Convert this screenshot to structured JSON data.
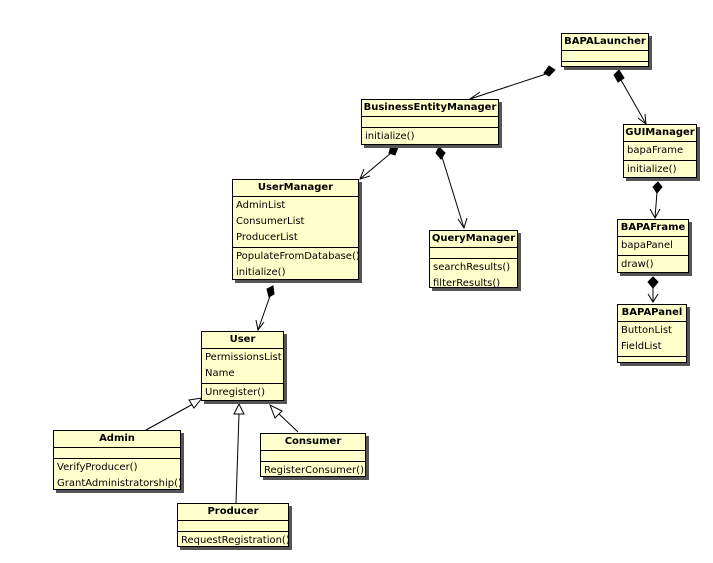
{
  "classes": {
    "bapa_launcher": {
      "name": "BAPALauncher",
      "attributes": [],
      "methods": []
    },
    "business_entity_manager": {
      "name": "BusinessEntityManager",
      "attributes": [],
      "methods": [
        "initialize()"
      ]
    },
    "gui_manager": {
      "name": "GUIManager",
      "attributes": [
        "bapaFrame"
      ],
      "methods": [
        "initialize()"
      ]
    },
    "user_manager": {
      "name": "UserManager",
      "attributes": [
        "AdminList",
        "ConsumerList",
        "ProducerList"
      ],
      "methods": [
        "PopulateFromDatabase()",
        "initialize()"
      ]
    },
    "query_manager": {
      "name": "QueryManager",
      "attributes": [],
      "methods": [
        "searchResults()",
        "filterResults()"
      ]
    },
    "bapa_frame": {
      "name": "BAPAFrame",
      "attributes": [
        "bapaPanel"
      ],
      "methods": [
        "draw()"
      ]
    },
    "bapa_panel": {
      "name": "BAPAPanel",
      "attributes": [
        "ButtonList",
        "FieldList"
      ],
      "methods": []
    },
    "user": {
      "name": "User",
      "attributes": [
        "PermissionsList",
        "Name"
      ],
      "methods": [
        "Unregister()"
      ]
    },
    "admin": {
      "name": "Admin",
      "attributes": [],
      "methods": [
        "VerifyProducer()",
        "GrantAdministratorship()"
      ]
    },
    "consumer": {
      "name": "Consumer",
      "attributes": [],
      "methods": [
        "RegisterConsumer()"
      ]
    },
    "producer": {
      "name": "Producer",
      "attributes": [],
      "methods": [
        "RequestRegistration()"
      ]
    }
  },
  "relationships": [
    {
      "type": "composition",
      "whole": "bapa_launcher",
      "part": "business_entity_manager"
    },
    {
      "type": "composition",
      "whole": "bapa_launcher",
      "part": "gui_manager"
    },
    {
      "type": "composition",
      "whole": "business_entity_manager",
      "part": "user_manager"
    },
    {
      "type": "composition",
      "whole": "business_entity_manager",
      "part": "query_manager"
    },
    {
      "type": "composition",
      "whole": "gui_manager",
      "part": "bapa_frame"
    },
    {
      "type": "composition",
      "whole": "bapa_frame",
      "part": "bapa_panel"
    },
    {
      "type": "composition",
      "whole": "user_manager",
      "part": "user"
    },
    {
      "type": "generalization",
      "child": "admin",
      "parent": "user"
    },
    {
      "type": "generalization",
      "child": "consumer",
      "parent": "user"
    },
    {
      "type": "generalization",
      "child": "producer",
      "parent": "user"
    }
  ],
  "colors": {
    "class_fill": "#ffffcc",
    "line": "#000000",
    "shadow": "#555555"
  }
}
